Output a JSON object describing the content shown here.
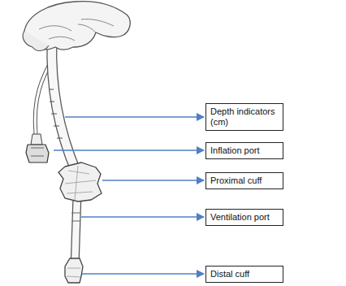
{
  "diagram": {
    "nodes": [
      {
        "text": [
          "Depth indicators (cm)"
        ]
      },
      {
        "text": [
          "Inflation port"
        ]
      },
      {
        "text": [
          "Proximal cuff"
        ]
      },
      {
        "text": [
          "Ventilation port"
        ]
      },
      {
        "text": [
          "Distal cuff"
        ]
      }
    ]
  }
}
